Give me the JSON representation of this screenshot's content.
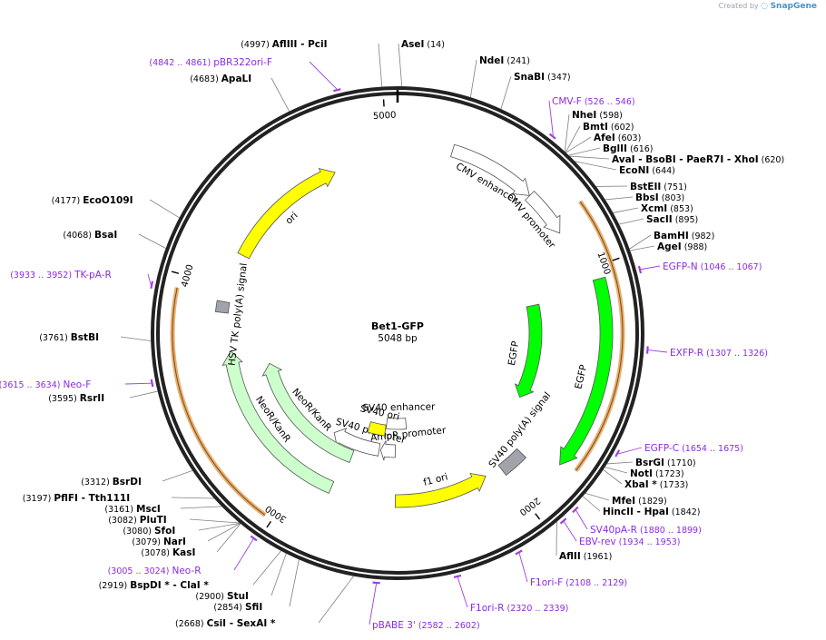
{
  "credit": {
    "prefix": "Created by",
    "brand": "SnapGene"
  },
  "plasmid": {
    "name": "Bet1-GFP",
    "size_label": "5048 bp",
    "length": 5048
  },
  "ticks": [
    "1000",
    "2000",
    "3000",
    "4000",
    "5000"
  ],
  "colors": {
    "yellow": "#ffff00",
    "green": "#00ff00",
    "light_green": "#ccffcc",
    "grey": "#a0a4aa",
    "orange": "#e8b070",
    "primer": "#a040e0"
  },
  "features": [
    {
      "name": "CMV enhancer",
      "start": 235,
      "end": 614,
      "color": "#ffffff",
      "direction": 1,
      "label_pos": 430
    },
    {
      "name": "CMV promoter",
      "start": 615,
      "end": 818,
      "color": "#ffffff",
      "direction": 1,
      "label_pos": 700
    },
    {
      "name": "EGFP",
      "start": 1100,
      "end": 1650,
      "color": "#00ff00",
      "direction": 1,
      "label_pos": 1400
    },
    {
      "name": "EGFP",
      "start": 1050,
      "end": 1810,
      "color": "#00ff00",
      "direction": 1,
      "label_pos": 1450
    },
    {
      "name": "SV40 poly(A) signal",
      "start": 1880,
      "end": 2000,
      "color": "#a0a4aa",
      "direction": 0,
      "label_pos": 1800
    },
    {
      "name": "f1 ori",
      "start": 2080,
      "end": 2535,
      "color": "#ffff00",
      "direction": -1,
      "label_pos": 2320
    },
    {
      "name": "AmpR promoter",
      "start": 2540,
      "end": 2640,
      "color": "#ffffff",
      "direction": 1,
      "label_pos": 2440
    },
    {
      "name": "SV40 promoter",
      "start": 2650,
      "end": 2980,
      "color": "#ffffff",
      "direction": 1,
      "label_pos": 2740
    },
    {
      "name": "SV40 enhancer",
      "start": 2450,
      "end": 2620,
      "color": "#ffffff",
      "direction": 0,
      "label_pos": 2510
    },
    {
      "name": "SV40 ori",
      "start": 2625,
      "end": 2760,
      "color": "#ffff00",
      "direction": 0,
      "label_pos": 2700
    },
    {
      "name": "NeoR/KanR",
      "start": 2810,
      "end": 3600,
      "color": "#ccffcc",
      "direction": 1,
      "label_pos": 3200
    },
    {
      "name": "NeoR/KanR",
      "start": 2850,
      "end": 3700,
      "color": "#ccffcc",
      "direction": 1,
      "label_pos": 3300
    },
    {
      "name": "HSV TK poly(A) signal",
      "start": 3880,
      "end": 3930,
      "color": "#a0a4aa",
      "direction": 0,
      "label_pos": 3880
    },
    {
      "name": "ori",
      "start": 4160,
      "end": 4750,
      "color": "#ffff00",
      "direction": 1,
      "label_pos": 4450
    }
  ],
  "sites": [
    {
      "name": "AseI",
      "pos": "(14)"
    },
    {
      "name": "NdeI",
      "pos": "(241)"
    },
    {
      "name": "SnaBI",
      "pos": "(347)"
    },
    {
      "name": "NheI",
      "pos": "(598)"
    },
    {
      "name": "BmtI",
      "pos": "(602)"
    },
    {
      "name": "AfeI",
      "pos": "(603)"
    },
    {
      "name": "BglII",
      "pos": "(616)"
    },
    {
      "name": "AvaI",
      "pos": "(620)",
      "sep1": "- BsoBI",
      "sep2": "- PaeR7I",
      "sep3": "- XhoI"
    },
    {
      "name": "EcoNI",
      "pos": "(644)"
    },
    {
      "name": "BstEII",
      "pos": "(751)"
    },
    {
      "name": "BbsI",
      "pos": "(803)"
    },
    {
      "name": "XcmI",
      "pos": "(853)"
    },
    {
      "name": "SacII",
      "pos": "(895)"
    },
    {
      "name": "BamHI",
      "pos": "(982)"
    },
    {
      "name": "AgeI",
      "pos": "(988)"
    },
    {
      "name": "BsrGI",
      "pos": "(1710)"
    },
    {
      "name": "NotI",
      "pos": "(1723)"
    },
    {
      "name": "XbaI *",
      "pos": "(1733)"
    },
    {
      "name": "MfeI",
      "pos": "(1829)"
    },
    {
      "name": "HincII",
      "pos": "(1842)",
      "sep1": "- HpaI"
    },
    {
      "name": "AflII",
      "pos": "(1961)"
    },
    {
      "name": "CsiI",
      "pos": "(2668)",
      "sep1": "- SexAI *"
    },
    {
      "name": "SfiI",
      "pos": "(2854)"
    },
    {
      "name": "StuI",
      "pos": "(2900)"
    },
    {
      "name": "BspDI *",
      "pos": "(2919)",
      "sep1": "- ClaI *"
    },
    {
      "name": "KasI",
      "pos": "(3078)"
    },
    {
      "name": "NarI",
      "pos": "(3079)"
    },
    {
      "name": "SfoI",
      "pos": "(3080)"
    },
    {
      "name": "PluTI",
      "pos": "(3082)"
    },
    {
      "name": "MscI",
      "pos": "(3161)"
    },
    {
      "name": "PflFI",
      "pos": "(3197)",
      "sep1": "- Tth111I"
    },
    {
      "name": "BsrDI",
      "pos": "(3312)"
    },
    {
      "name": "RsrII",
      "pos": "(3595)"
    },
    {
      "name": "BstBI",
      "pos": "(3761)"
    },
    {
      "name": "BsaI",
      "pos": "(4068)"
    },
    {
      "name": "EcoO109I",
      "pos": "(4177)"
    },
    {
      "name": "ApaLI",
      "pos": "(4683)"
    },
    {
      "name": "AflIII",
      "pos": "(4997)",
      "sep1": "- PciI"
    }
  ],
  "primers": [
    {
      "name": "CMV-F",
      "range": "(526 .. 546)"
    },
    {
      "name": "EGFP-N",
      "range": "(1046 .. 1067)"
    },
    {
      "name": "EXFP-R",
      "range": "(1307 .. 1326)"
    },
    {
      "name": "EGFP-C",
      "range": "(1654 .. 1675)"
    },
    {
      "name": "SV40pA-R",
      "range": "(1880 .. 1899)"
    },
    {
      "name": "EBV-rev",
      "range": "(1934 .. 1953)"
    },
    {
      "name": "F1ori-F",
      "range": "(2108 .. 2129)"
    },
    {
      "name": "F1ori-R",
      "range": "(2320 .. 2339)"
    },
    {
      "name": "pBABE 3'",
      "range": "(2582 .. 2602)"
    },
    {
      "name": "Neo-R",
      "range": "(3005 .. 3024)"
    },
    {
      "name": "Neo-F",
      "range": "(3615 .. 3634)"
    },
    {
      "name": "TK-pA-R",
      "range": "(3933 .. 3952)"
    },
    {
      "name": "pBR322ori-F",
      "range": "(4842 .. 4861)"
    }
  ]
}
